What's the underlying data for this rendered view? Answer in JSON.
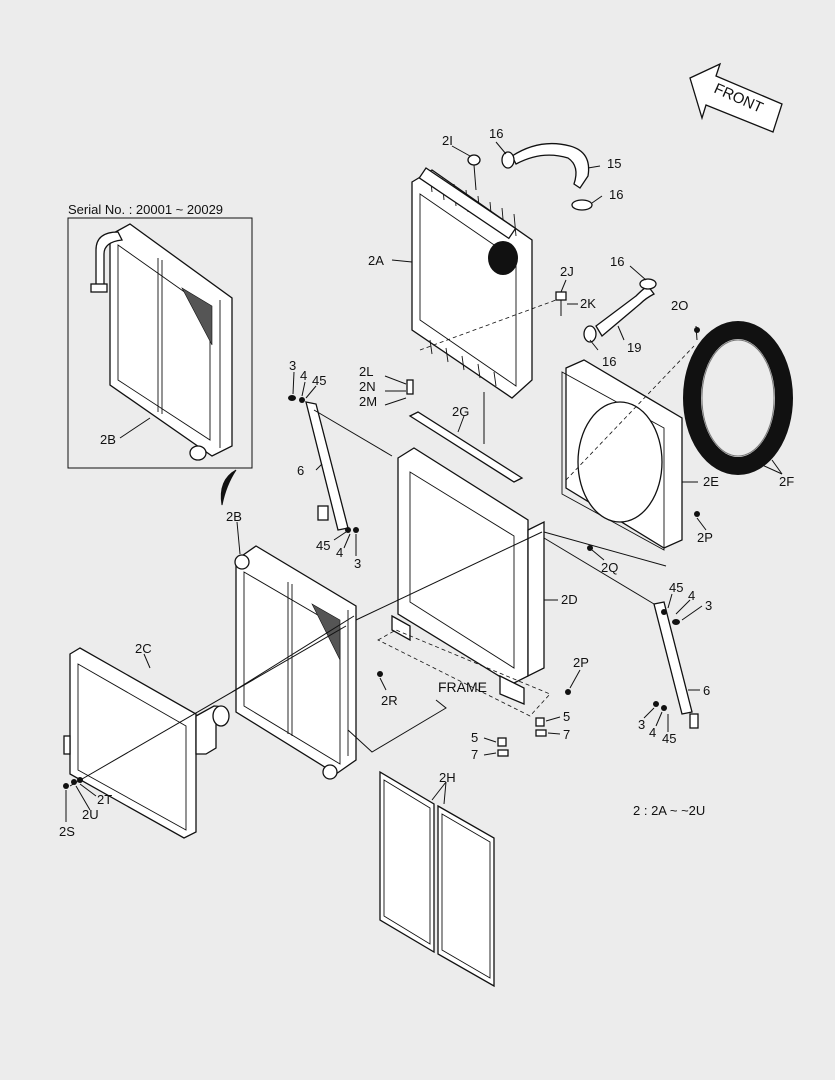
{
  "inset": {
    "title": "Serial No. : 20001 ~ 20029"
  },
  "direction": {
    "label": "FRONT"
  },
  "note": {
    "text": "2 : 2A ~ ~2U"
  },
  "frame_label": "FRAME",
  "callouts": {
    "c2I": "2I",
    "c16a": "16",
    "c15": "15",
    "c16b": "16",
    "c2A": "2A",
    "c16c": "16",
    "c2J": "2J",
    "c2K": "2K",
    "c2O": "2O",
    "c16d": "16",
    "c19": "19",
    "c2L": "2L",
    "c2N": "2N",
    "c2M": "2M",
    "c2G": "2G",
    "c3a": "3",
    "c4a": "4",
    "c45a": "45",
    "c6a": "6",
    "c45b": "45",
    "c4b": "4",
    "c3b": "3",
    "c2Binset": "2B",
    "c2B": "2B",
    "c2E": "2E",
    "c2F": "2F",
    "c2P": "2P",
    "c2Q": "2Q",
    "c2D": "2D",
    "c45c": "45",
    "c4c": "4",
    "c3c": "3",
    "c6b": "6",
    "c2C": "2C",
    "c2R": "2R",
    "c2Pb": "2P",
    "c5a": "5",
    "c7a": "7",
    "c5b": "5",
    "c7b": "7",
    "c3d": "3",
    "c4d": "4",
    "c45d": "45",
    "c2T": "2T",
    "c2U": "2U",
    "c2S": "2S",
    "c2H": "2H"
  }
}
